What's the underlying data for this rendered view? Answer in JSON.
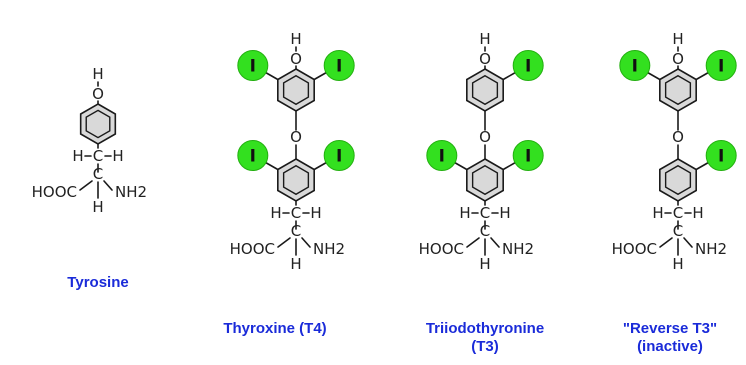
{
  "atoms": {
    "hydrogen": "H",
    "oxygen": "O",
    "carbon": "C",
    "iodine": "I",
    "carboxyl": "HOOC",
    "amine": "NH2"
  },
  "compounds": [
    {
      "id": "tyrosine",
      "name": "Tyrosine",
      "ring_iodines": [
        [],
        []
      ]
    },
    {
      "id": "thyroxine",
      "name": "Thyroxine (T4)",
      "ring_iodines": [
        [
          "left",
          "right"
        ],
        [
          "left",
          "right"
        ]
      ]
    },
    {
      "id": "triiodothyronine",
      "name_line1": "Triiodothyronine",
      "name_line2": "(T3)",
      "ring_iodines": [
        [
          "right"
        ],
        [
          "left",
          "right"
        ]
      ]
    },
    {
      "id": "reverse-t3",
      "name_line1": "\"Reverse T3\"",
      "name_line2": "(inactive)",
      "ring_iodines": [
        [
          "left",
          "right"
        ],
        [
          "right"
        ]
      ]
    }
  ],
  "colors": {
    "iodine_highlight": "#33e01f",
    "label": "#1a2bd9",
    "ring_fill": "#d9d9d9"
  }
}
